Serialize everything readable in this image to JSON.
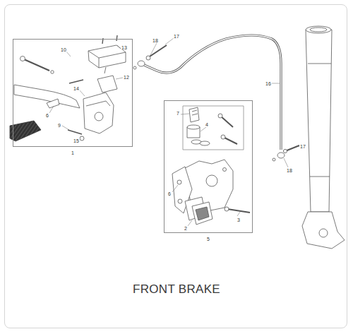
{
  "diagram": {
    "caption": "FRONT BRAKE",
    "nodes": [
      {
        "text": [
          "1"
        ]
      },
      {
        "text": [
          "5"
        ]
      }
    ],
    "labels": [
      "10",
      "13",
      "12",
      "14",
      "6",
      "9",
      "15",
      "18",
      "17",
      "16",
      "17",
      "18",
      "7",
      "4",
      "6",
      "2",
      "3"
    ]
  }
}
